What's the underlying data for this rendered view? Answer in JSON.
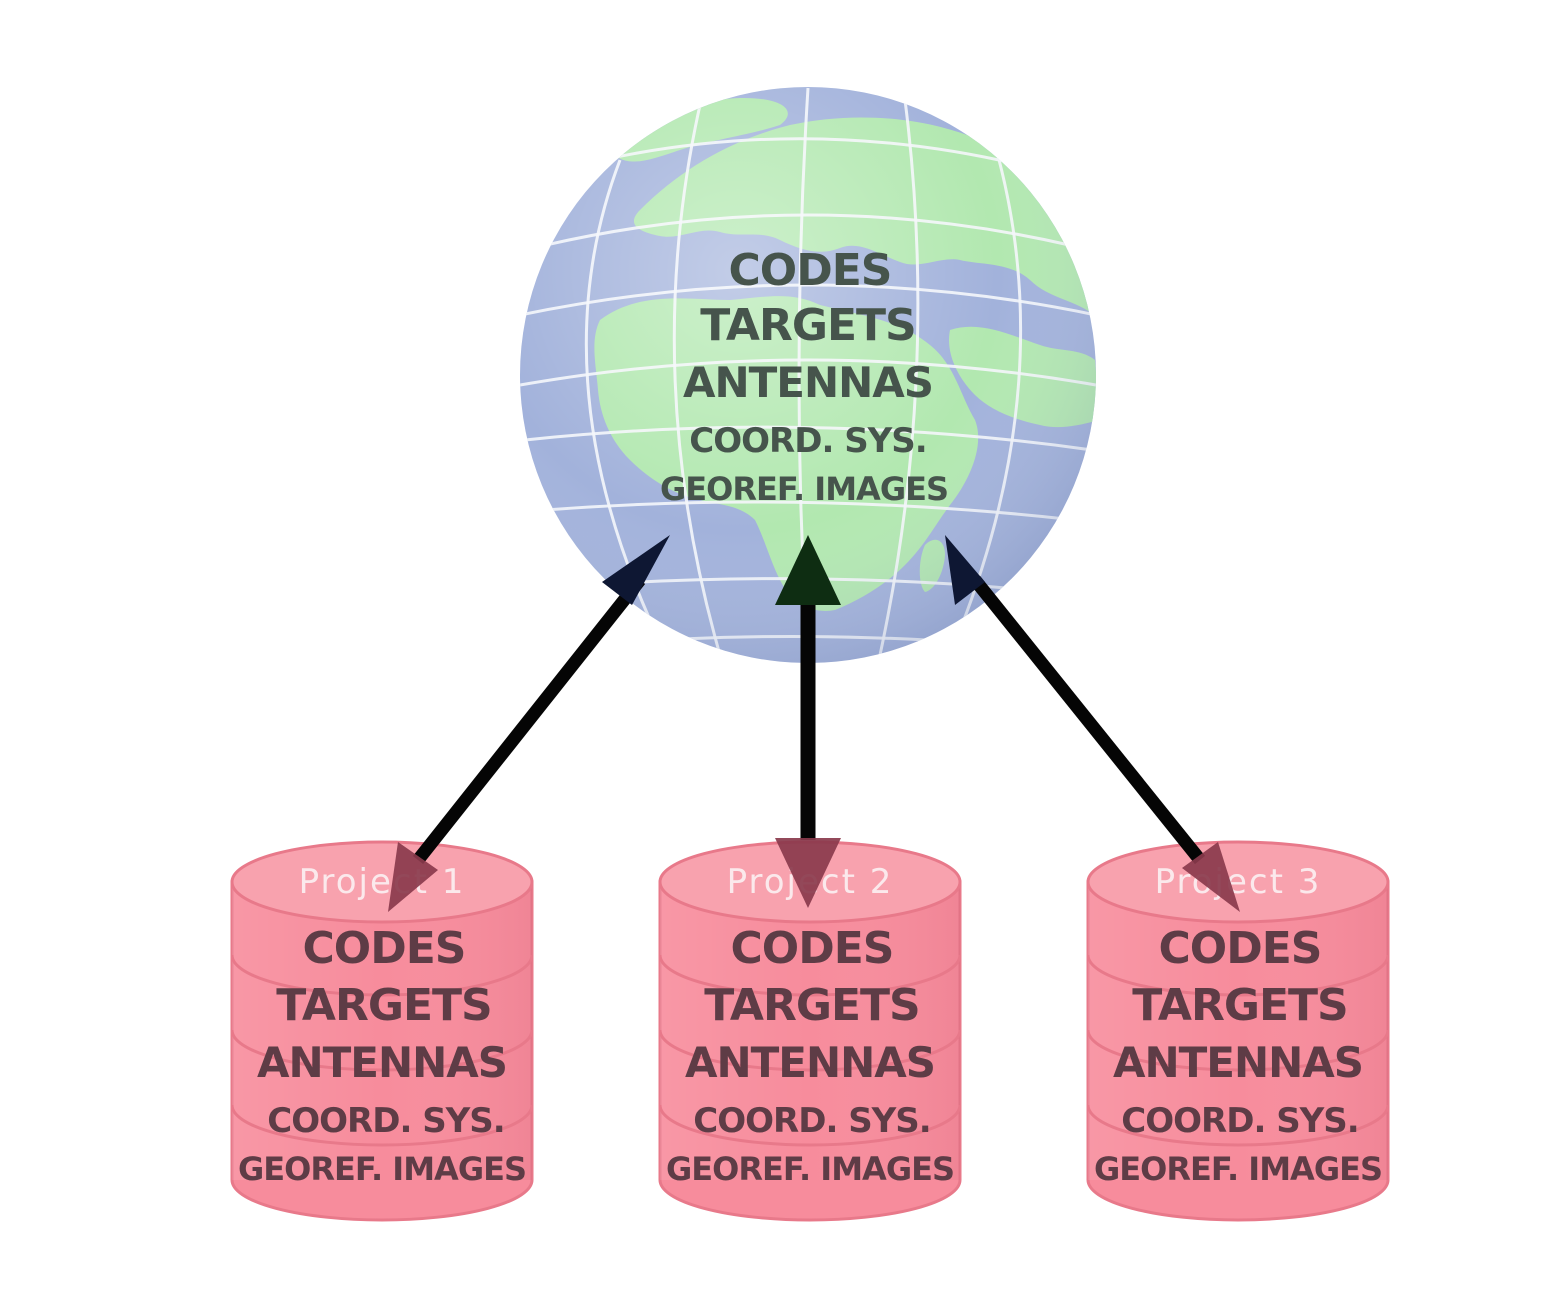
{
  "globe": {
    "lines": [
      "CODES",
      "TARGETS",
      "ANTENNAS",
      "COORD. SYS.",
      "GEOREF. IMAGES"
    ]
  },
  "projects": [
    {
      "title": "Project 1",
      "lines": [
        "CODES",
        "TARGETS",
        "ANTENNAS",
        "COORD. SYS.",
        "GEOREF. IMAGES"
      ]
    },
    {
      "title": "Project 2",
      "lines": [
        "CODES",
        "TARGETS",
        "ANTENNAS",
        "COORD. SYS.",
        "GEOREF. IMAGES"
      ]
    },
    {
      "title": "Project 3",
      "lines": [
        "CODES",
        "TARGETS",
        "ANTENNAS",
        "COORD. SYS.",
        "GEOREF. IMAGES"
      ]
    }
  ],
  "colors": {
    "ocean": "#a2b2db",
    "land": "#b2e8b0",
    "grid": "#f4f6fb",
    "database": "#f78c9c",
    "database_edge": "#e8798a",
    "arrow_line": "#050505",
    "arrow_up_side": "#0e1733",
    "arrow_up_center": "#0e2d12",
    "arrow_down": "#8a3a4c"
  }
}
